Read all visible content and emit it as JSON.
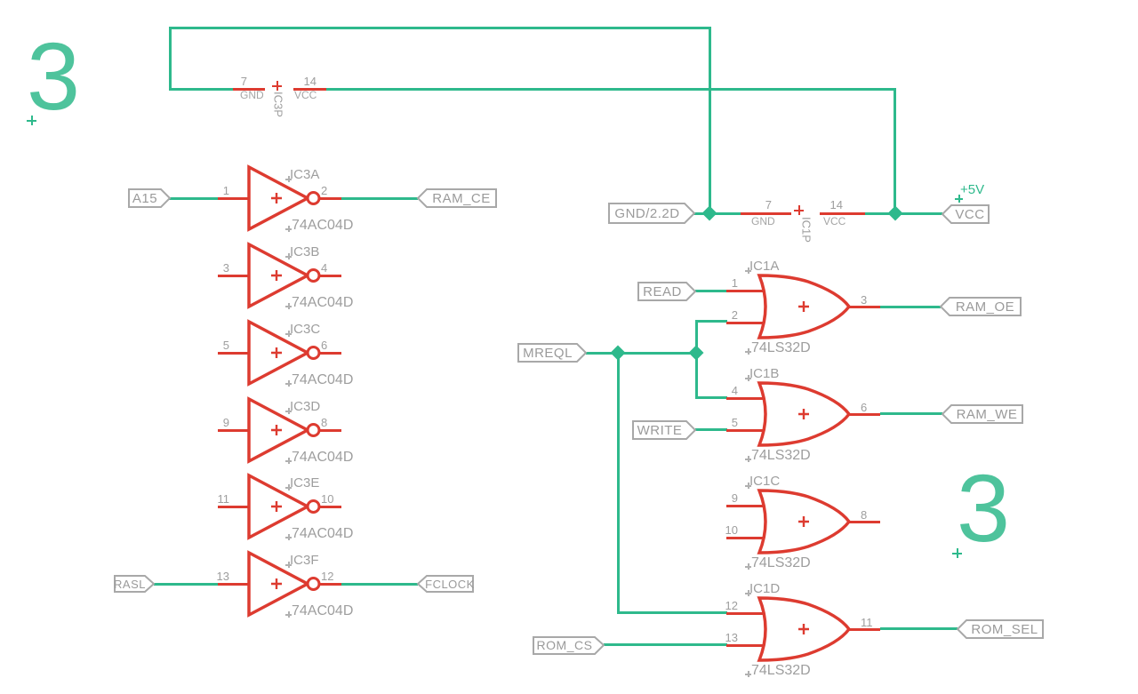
{
  "sheet": {
    "number": "3"
  },
  "colors": {
    "net_green": "#2eb98c",
    "part_red": "#dd3b30",
    "label_gray": "#9e9e9e",
    "sheet_green": "#4ec39c"
  },
  "supply_label": "+5V",
  "power": {
    "ic3p": {
      "name": "IC3P",
      "pin_gnd": "7",
      "pin_gnd_name": "GND",
      "pin_vcc": "14",
      "pin_vcc_name": "VCC"
    },
    "ic1p": {
      "name": "IC1P",
      "pin_gnd": "7",
      "pin_gnd_name": "GND",
      "pin_vcc": "14",
      "pin_vcc_name": "VCC"
    }
  },
  "flags": {
    "a15": "A15",
    "ram_ce": "RAM_CE",
    "rasl": "RASL",
    "fclock": "FCLOCK",
    "gnd22d": "GND/2.2D",
    "vcc": "VCC",
    "read": "READ",
    "mreql": "MREQL",
    "write": "WRITE",
    "ram_oe": "RAM_OE",
    "ram_we": "RAM_WE",
    "rom_cs": "ROM_CS",
    "rom_sel": "ROM_SEL"
  },
  "inverters": [
    {
      "name": "IC3A",
      "value": "74AC04D",
      "pin_in": "1",
      "pin_out": "2"
    },
    {
      "name": "IC3B",
      "value": "74AC04D",
      "pin_in": "3",
      "pin_out": "4"
    },
    {
      "name": "IC3C",
      "value": "74AC04D",
      "pin_in": "5",
      "pin_out": "6"
    },
    {
      "name": "IC3D",
      "value": "74AC04D",
      "pin_in": "9",
      "pin_out": "8"
    },
    {
      "name": "IC3E",
      "value": "74AC04D",
      "pin_in": "11",
      "pin_out": "10"
    },
    {
      "name": "IC3F",
      "value": "74AC04D",
      "pin_in": "13",
      "pin_out": "12"
    }
  ],
  "or_gates": [
    {
      "name": "IC1A",
      "value": "74LS32D",
      "pin_in1": "1",
      "pin_in2": "2",
      "pin_out": "3"
    },
    {
      "name": "IC1B",
      "value": "74LS32D",
      "pin_in1": "4",
      "pin_in2": "5",
      "pin_out": "6"
    },
    {
      "name": "IC1C",
      "value": "74LS32D",
      "pin_in1": "9",
      "pin_in2": "10",
      "pin_out": "8"
    },
    {
      "name": "IC1D",
      "value": "74LS32D",
      "pin_in1": "12",
      "pin_in2": "13",
      "pin_out": "11"
    }
  ]
}
